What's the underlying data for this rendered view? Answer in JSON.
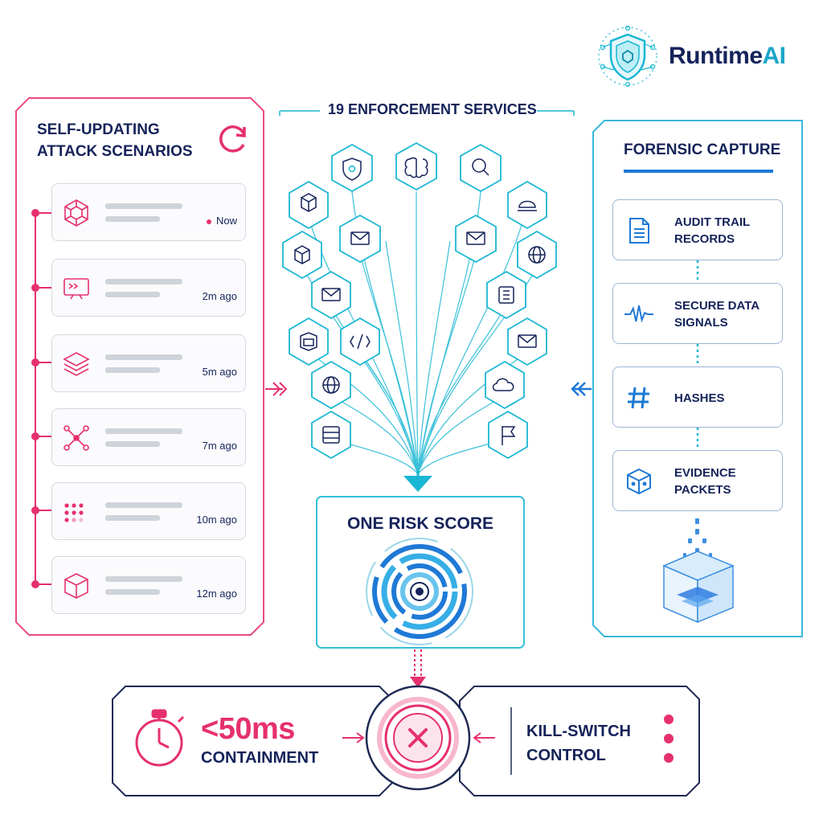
{
  "brand": {
    "name_main": "Runtime",
    "name_accent": "AI",
    "logo_icon": "shield-network-icon"
  },
  "left_panel": {
    "title": "SELF-UPDATING ATTACK SCENARIOS",
    "refresh_icon": "refresh-icon",
    "scenarios": [
      {
        "icon": "network-hexagon-icon",
        "time": "Now"
      },
      {
        "icon": "terminal-monitor-icon",
        "time": "2m ago"
      },
      {
        "icon": "layers-icon",
        "time": "5m ago"
      },
      {
        "icon": "node-graph-icon",
        "time": "7m ago"
      },
      {
        "icon": "dot-grid-icon",
        "time": "10m ago"
      },
      {
        "icon": "cube-icon",
        "time": "12m ago"
      }
    ]
  },
  "center": {
    "title": "19 ENFORCEMENT SERVICES",
    "service_icons": [
      "shield-icon",
      "brain-icon",
      "search-icon",
      "cube-icon",
      "hat-icon",
      "cube-hierarchy-icon",
      "mail-icon",
      "mail-warning-icon",
      "globe-icon",
      "mail-icon",
      "chip-icon",
      "cube-icon",
      "code-icon",
      "mail-icon",
      "globe-icon",
      "cloud-icon",
      "server-icon",
      "flag-icon",
      "chat-icon"
    ],
    "risk_title": "ONE RISK SCORE"
  },
  "right_panel": {
    "title": "FORENSIC CAPTURE",
    "items": [
      {
        "icon": "document-icon",
        "line1": "AUDIT TRAIL",
        "line2": "RECORDS"
      },
      {
        "icon": "waveform-icon",
        "line1": "SECURE DATA",
        "line2": "SIGNALS"
      },
      {
        "icon": "hash-icon",
        "line1": "HASHES",
        "line2": ""
      },
      {
        "icon": "cube-icon",
        "line1": "EVIDENCE",
        "line2": "PACKETS"
      }
    ],
    "vault_icon": "evidence-vault-icon"
  },
  "bottom": {
    "metric": "<50ms",
    "metric_label": "CONTAINMENT",
    "stopwatch_icon": "stopwatch-icon",
    "center_icon": "close-icon",
    "kill_line1": "KILL-SWITCH",
    "kill_line2": "CONTROL",
    "menu_icon": "vertical-dots-icon"
  },
  "colors": {
    "pink": "#e6306f",
    "teal": "#19b7d3",
    "blue": "#1f79d6",
    "navy": "#15235a"
  }
}
